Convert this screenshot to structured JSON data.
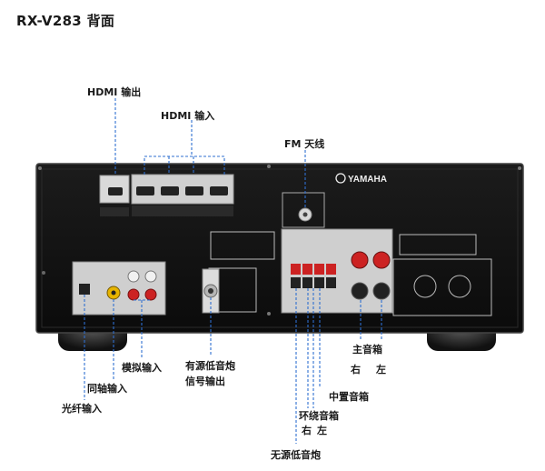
{
  "title": "RX-V283 背面",
  "device": {
    "brand": "YAMAHA",
    "panel_color": "#121212",
    "callout_color": "#2f6fd0"
  },
  "labels": {
    "hdmi_out": "HDMI 输出",
    "hdmi_in": "HDMI 输入",
    "fm_antenna": "FM 天线",
    "analog_in": "模拟输入",
    "coaxial_in": "同轴输入",
    "optical_in": "光纤输入",
    "subwoofer_line_1": "有源低音炮",
    "subwoofer_line_2": "信号输出",
    "front_speakers": "主音箱",
    "front_right": "右",
    "front_left": "左",
    "center_speaker": "中置音箱",
    "surround_speakers": "环绕音箱",
    "surround_right": "右",
    "surround_left": "左",
    "passive_subwoofer": "无源低音炮"
  }
}
